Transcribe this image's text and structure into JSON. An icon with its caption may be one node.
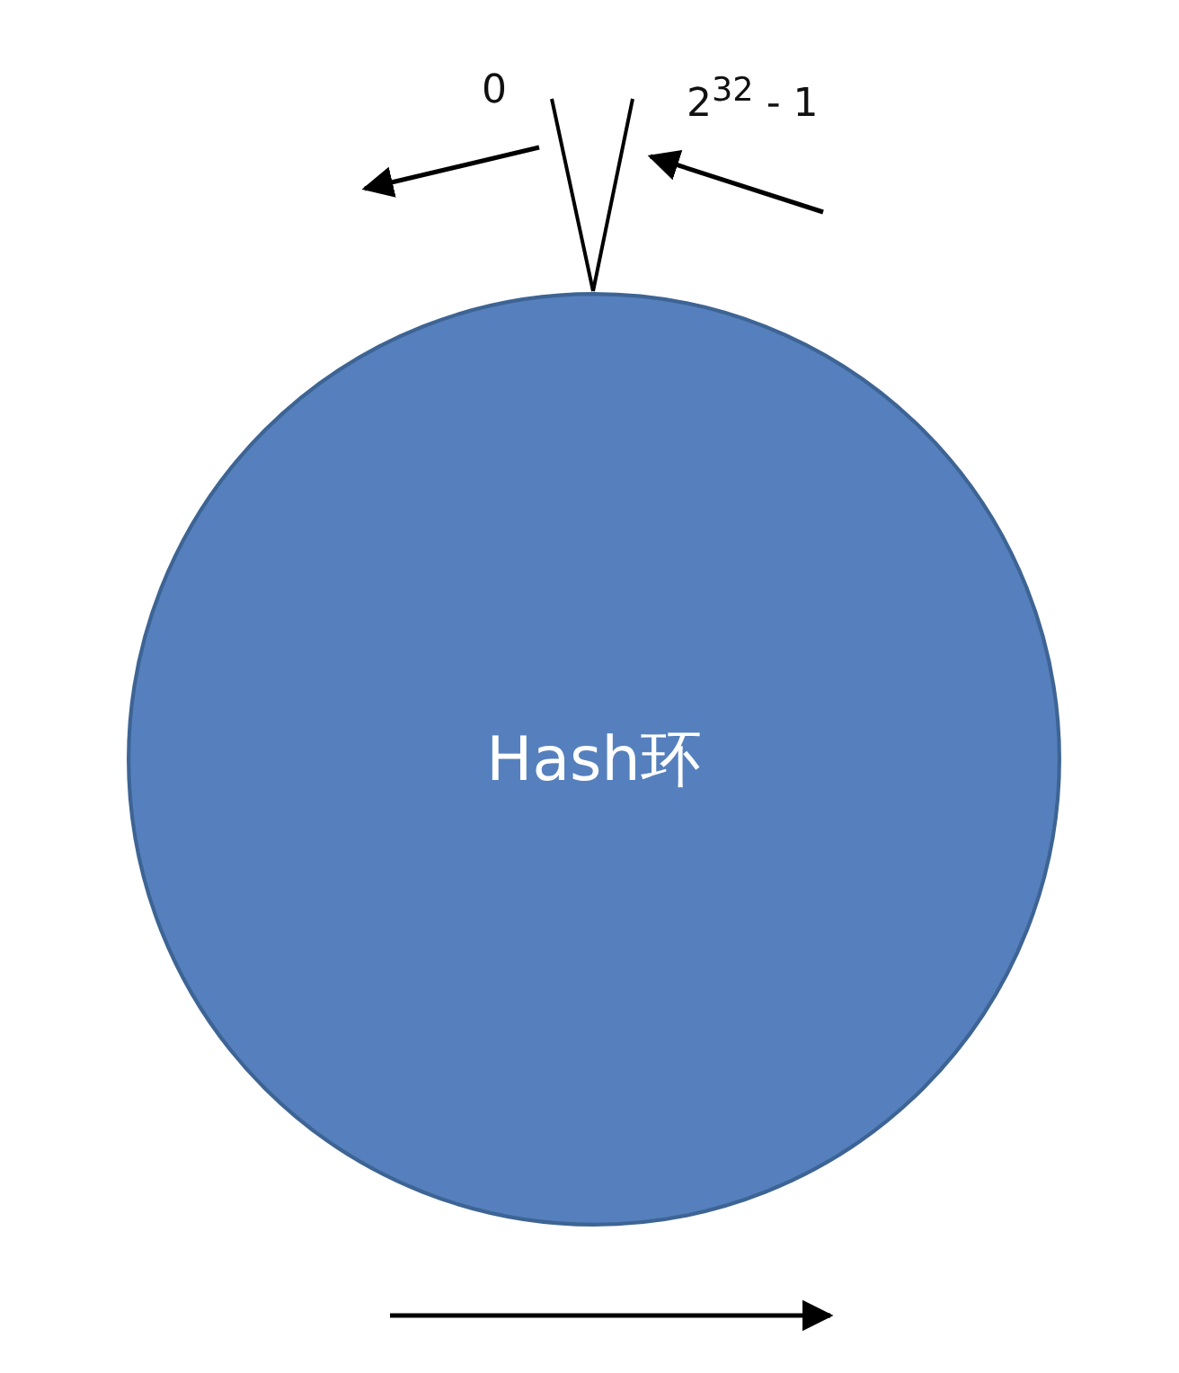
{
  "diagram": {
    "nodes": [
      {
        "text": [
          "0"
        ]
      },
      {
        "text": [
          "2$^{32}$ - 1"
        ]
      },
      {
        "text": [
          "Hash环"
        ]
      }
    ],
    "edges": [
      {
        "from": 0,
        "to": 2,
        "arrow": "none"
      },
      {
        "from": 1,
        "to": 2,
        "arrow": "none"
      }
    ]
  }
}
